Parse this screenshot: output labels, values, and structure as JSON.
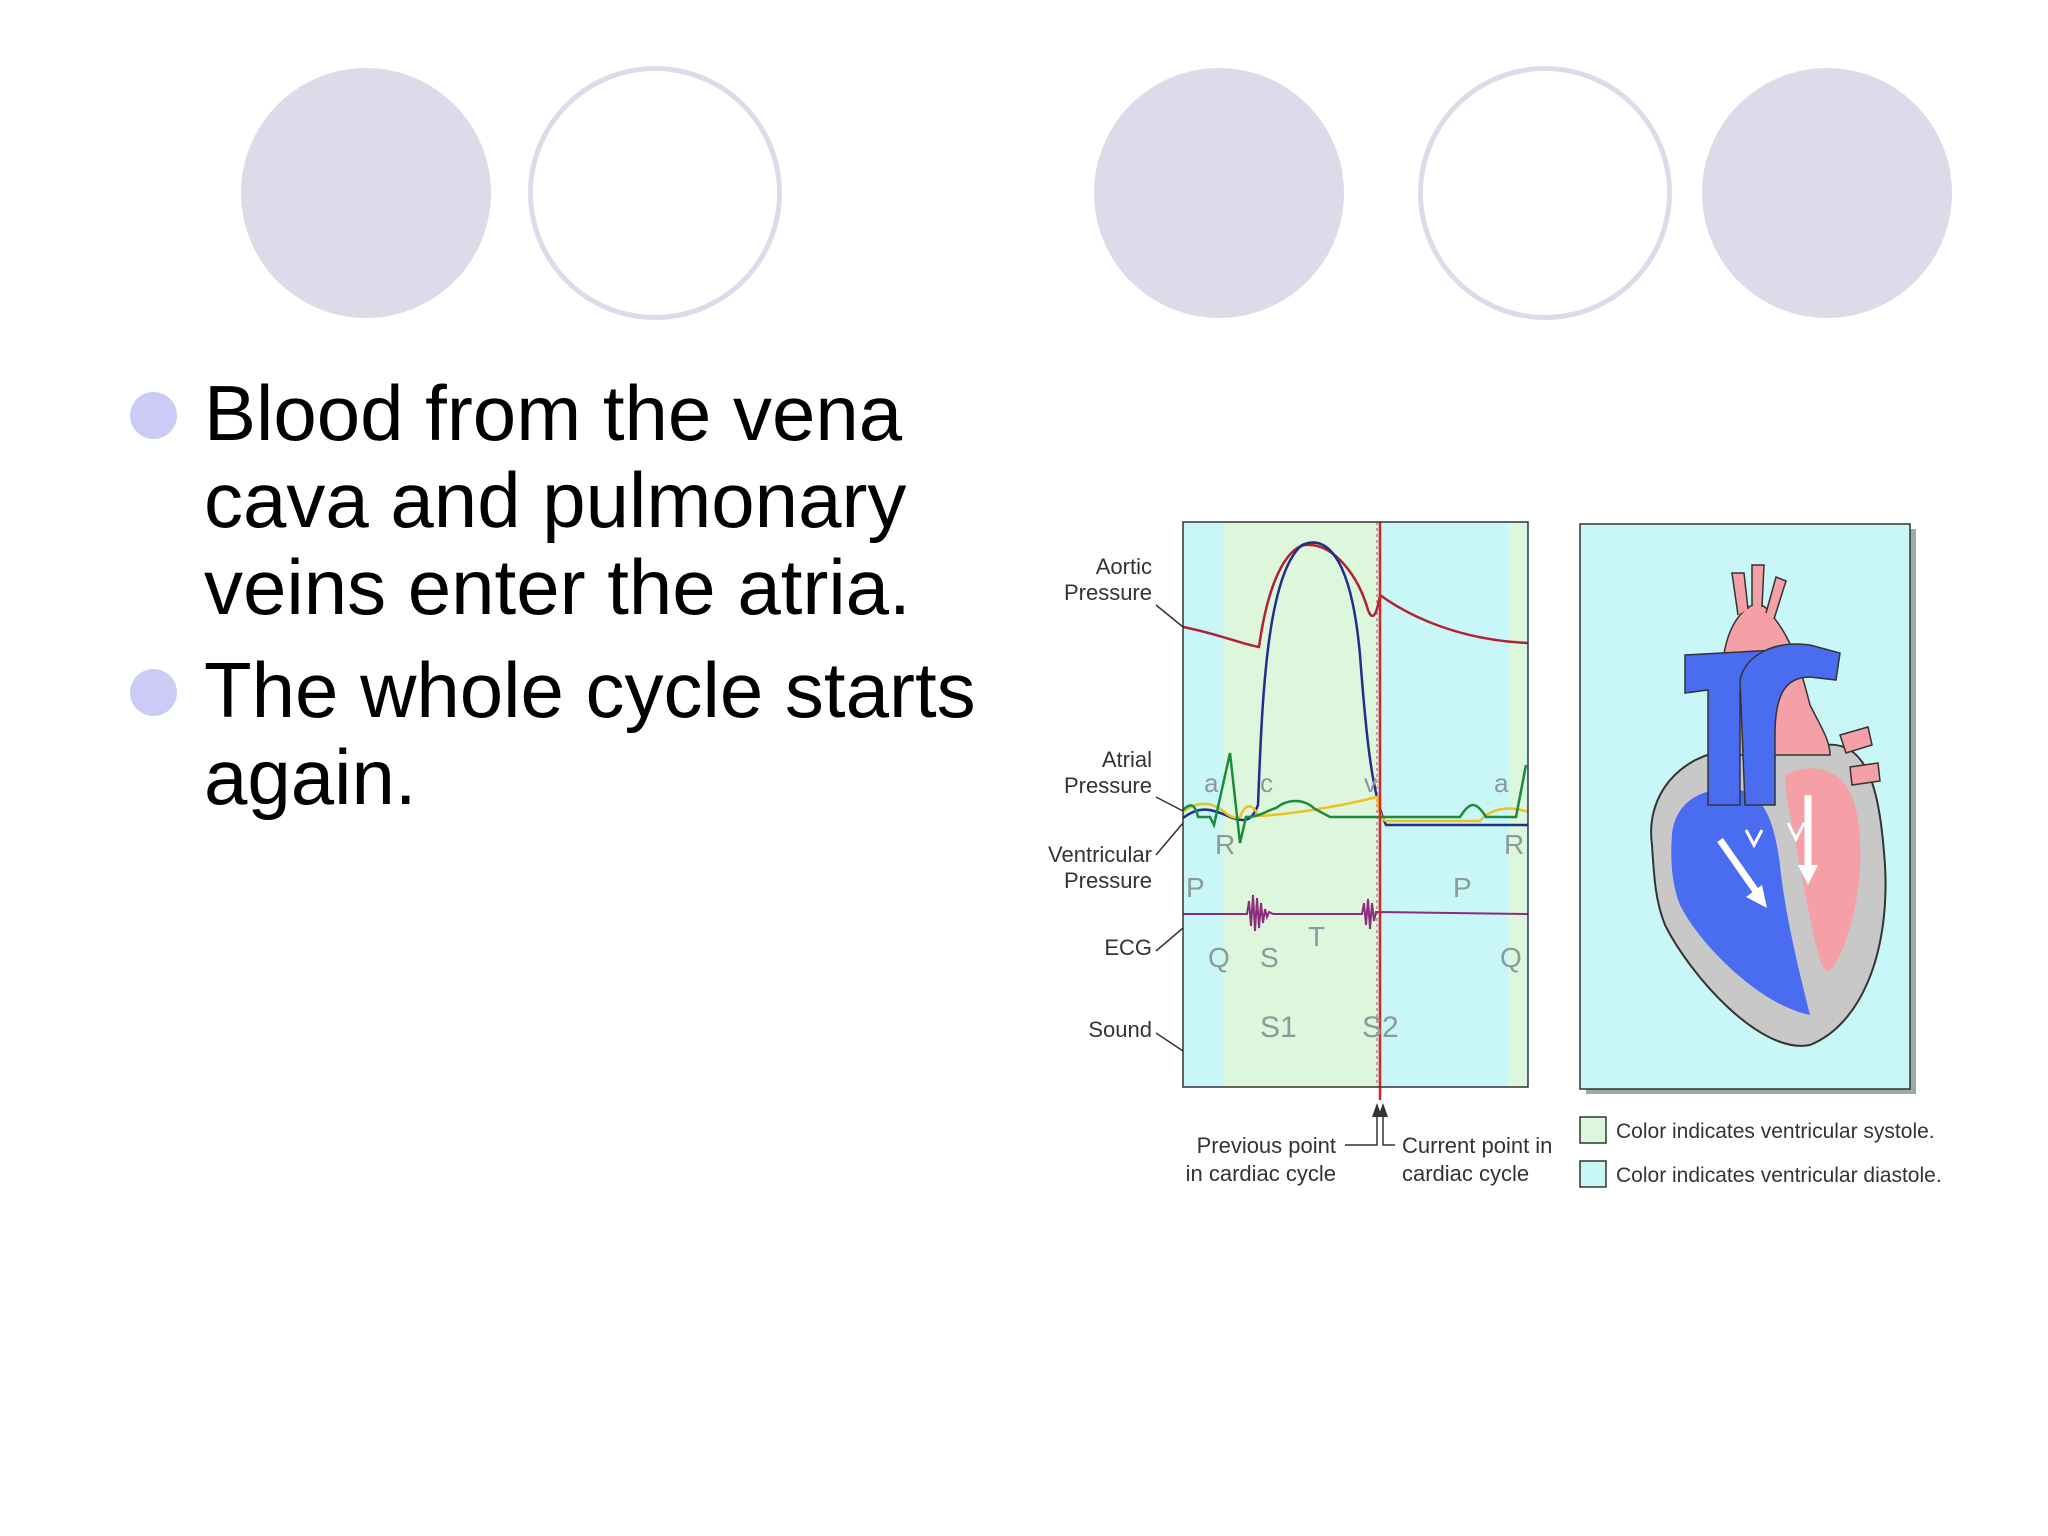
{
  "bullets": [
    {
      "text": "Blood from the vena cava and pulmonary veins enter the atria."
    },
    {
      "text": "The whole cycle starts again."
    }
  ],
  "figure": {
    "left_labels": {
      "aortic": [
        "Aortic",
        "Pressure"
      ],
      "atrial": [
        "Atrial",
        "Pressure"
      ],
      "ventricular": [
        "Ventricular",
        "Pressure"
      ],
      "ecg": "ECG",
      "sound": "Sound"
    },
    "wave_labels": {
      "a1": "a",
      "c": "c",
      "v": "v",
      "a2": "a",
      "R1": "R",
      "R2": "R",
      "P1": "P",
      "P2": "P",
      "Q1": "Q",
      "S": "S",
      "T": "T",
      "Q2": "Q",
      "S1": "S1",
      "S2": "S2"
    },
    "markers": {
      "previous": [
        "Previous point",
        "in cardiac cycle"
      ],
      "current": [
        "Current point in",
        "cardiac cycle"
      ]
    },
    "legend": {
      "systole": "Color indicates ventricular systole.",
      "diastole": "Color indicates ventricular diastole."
    },
    "colors": {
      "systole": "#ddf7dd",
      "diastole": "#c9f7f7",
      "aortic": "#b22232",
      "atrial": "#f0c020",
      "ventricular": "#1e2f8c",
      "ecg": "#1c8c3c",
      "sound": "#8c2c7c",
      "current_line": "#e02020",
      "deoxygenated": "#4a6cf0",
      "oxygenated": "#f4a0a6"
    }
  }
}
